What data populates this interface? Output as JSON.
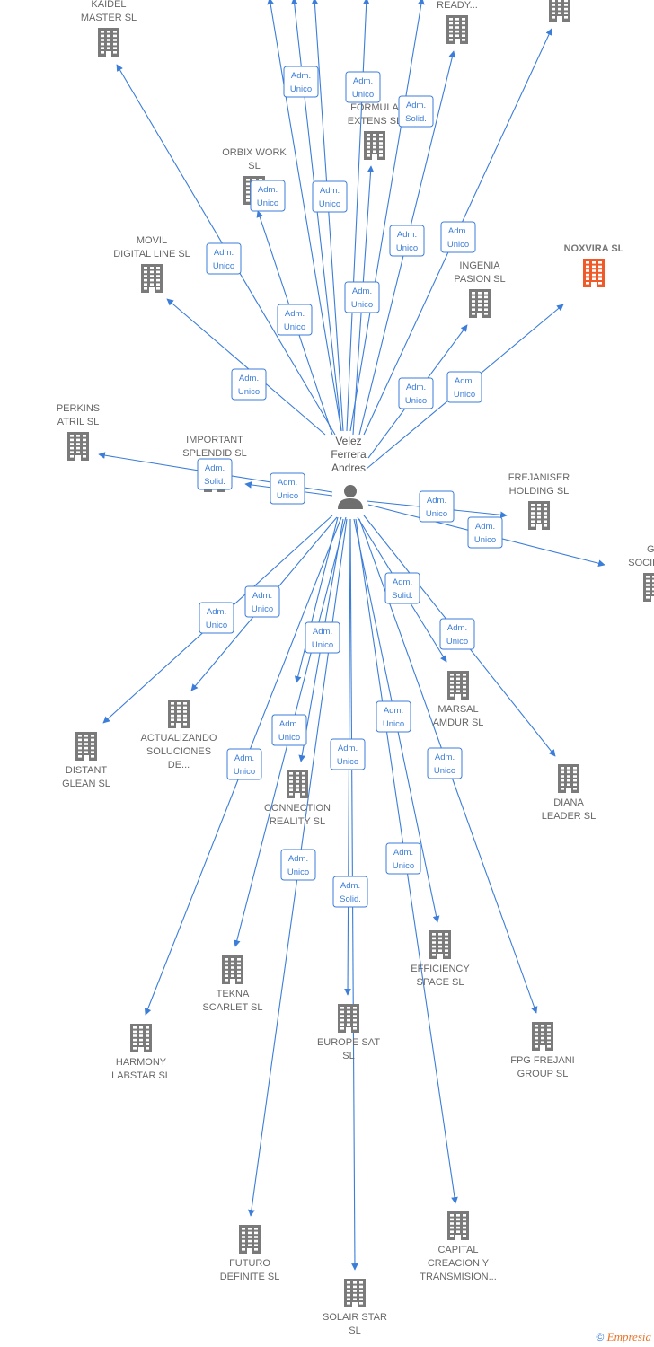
{
  "colors": {
    "edge": "#3b7dd8",
    "building": "#7a7a7a",
    "building_highlight": "#ef5a28",
    "person": "#6f6f6f"
  },
  "center": {
    "label": [
      "Velez",
      "Ferrera",
      "Andres"
    ],
    "icon": "person-icon"
  },
  "nodes": [
    {
      "id": "kaidel",
      "label": [
        "KAIDEL",
        "MASTER  SL"
      ]
    },
    {
      "id": "ready",
      "label": [
        "READY..."
      ]
    },
    {
      "id": "topright",
      "label": []
    },
    {
      "id": "formula",
      "label": [
        "FORMULA",
        "EXTENS  SL"
      ]
    },
    {
      "id": "orbix",
      "label": [
        "ORBIX WORK",
        "SL"
      ]
    },
    {
      "id": "movil",
      "label": [
        "MOVIL",
        "DIGITAL LINE SL"
      ]
    },
    {
      "id": "noxvira",
      "label": [
        "NOXVIRA  SL"
      ],
      "highlight": true
    },
    {
      "id": "ingenia",
      "label": [
        "INGENIA",
        "PASION  SL"
      ]
    },
    {
      "id": "perkins",
      "label": [
        "PERKINS",
        "ATRIL  SL"
      ]
    },
    {
      "id": "important",
      "label": [
        "IMPORTANT",
        "SPLENDID  SL"
      ]
    },
    {
      "id": "frejaniser",
      "label": [
        "FREJANISER",
        "HOLDING  SL"
      ]
    },
    {
      "id": "ge",
      "label": [
        "GE",
        "SOCIEDAD"
      ]
    },
    {
      "id": "distant",
      "label": [
        "DISTANT",
        "GLEAN  SL"
      ]
    },
    {
      "id": "actualizando",
      "label": [
        "ACTUALIZANDO",
        "SOLUCIONES",
        "DE..."
      ]
    },
    {
      "id": "connection",
      "label": [
        "CONNECTION",
        "REALITY  SL"
      ]
    },
    {
      "id": "marsal",
      "label": [
        "MARSAL",
        "AMDUR  SL"
      ]
    },
    {
      "id": "diana",
      "label": [
        "DIANA",
        "LEADER  SL"
      ]
    },
    {
      "id": "tekna",
      "label": [
        "TEKNA",
        "SCARLET  SL"
      ]
    },
    {
      "id": "efficiency",
      "label": [
        "EFFICIENCY",
        "SPACE  SL"
      ]
    },
    {
      "id": "harmony",
      "label": [
        "HARMONY",
        "LABSTAR SL"
      ]
    },
    {
      "id": "europe",
      "label": [
        "EUROPE SAT",
        "SL"
      ]
    },
    {
      "id": "fpg",
      "label": [
        "FPG FREJANI",
        "GROUP  SL"
      ]
    },
    {
      "id": "futuro",
      "label": [
        "FUTURO",
        "DEFINITE  SL"
      ]
    },
    {
      "id": "capital",
      "label": [
        "CAPITAL",
        "CREACION Y",
        "TRANSMISION..."
      ]
    },
    {
      "id": "solair",
      "label": [
        "SOLAIR STAR",
        "SL"
      ]
    }
  ],
  "edges": [
    {
      "target": "kaidel",
      "role": [
        "Adm.",
        "Unico"
      ]
    },
    {
      "target": "ready",
      "role": [
        "Adm.",
        "Solid."
      ]
    },
    {
      "target": "topright",
      "role": [
        "Adm.",
        "Unico"
      ]
    },
    {
      "target": "formula",
      "role": [
        "Adm.",
        "Unico"
      ]
    },
    {
      "target": "orbix",
      "role": [
        "Adm.",
        "Unico"
      ]
    },
    {
      "target": "movil",
      "role": [
        "Adm.",
        "Unico"
      ]
    },
    {
      "target": "noxvira",
      "role": [
        "Adm.",
        "Unico"
      ]
    },
    {
      "target": "ingenia",
      "role": [
        "Adm.",
        "Unico"
      ]
    },
    {
      "target": "perkins",
      "role": [
        "Adm.",
        "Solid."
      ]
    },
    {
      "target": "important",
      "role": [
        "Adm.",
        "Unico"
      ]
    },
    {
      "target": "frejaniser",
      "role": [
        "Adm.",
        "Unico"
      ]
    },
    {
      "target": "ge",
      "role": [
        "Adm.",
        "Unico"
      ]
    },
    {
      "target": "distant",
      "role": [
        "Adm.",
        "Unico"
      ]
    },
    {
      "target": "actualizando",
      "role": [
        "Adm.",
        "Unico"
      ]
    },
    {
      "target": "connection",
      "role": [
        "Adm.",
        "Solid."
      ]
    },
    {
      "target": "marsal",
      "role": [
        "Adm.",
        "Solid."
      ]
    },
    {
      "target": "diana",
      "role": [
        "Adm.",
        "Unico"
      ]
    },
    {
      "target": "tekna",
      "role": [
        "Adm.",
        "Unico"
      ]
    },
    {
      "target": "efficiency",
      "role": [
        "Adm.",
        "Unico"
      ]
    },
    {
      "target": "harmony",
      "role": [
        "Adm.",
        "Unico"
      ]
    },
    {
      "target": "europe",
      "role": [
        "Adm.",
        "Solid."
      ]
    },
    {
      "target": "fpg",
      "role": [
        "Adm.",
        "Unico"
      ]
    },
    {
      "target": "futuro",
      "role": [
        "Adm.",
        "Unico"
      ]
    },
    {
      "target": "capital",
      "role": [
        "Adm.",
        "Unico"
      ]
    },
    {
      "target": "solair",
      "role": [
        "Adm.",
        "Unico"
      ]
    },
    {
      "target": "orbix",
      "role": [
        "Adm.",
        "Unico"
      ]
    },
    {
      "target": "formula",
      "role": [
        "Adm.",
        "Unico"
      ]
    },
    {
      "target": "ready",
      "role": [
        "Adm.",
        "Unico"
      ]
    },
    {
      "target": "ingenia",
      "role": [
        "Adm.",
        "Unico"
      ]
    },
    {
      "target": "connection",
      "role": [
        "Adm.",
        "Unico"
      ]
    },
    {
      "target": "europe",
      "role": [
        "Adm.",
        "Unico"
      ]
    }
  ],
  "footer": {
    "copyright": "©",
    "brand": "Empresia"
  }
}
